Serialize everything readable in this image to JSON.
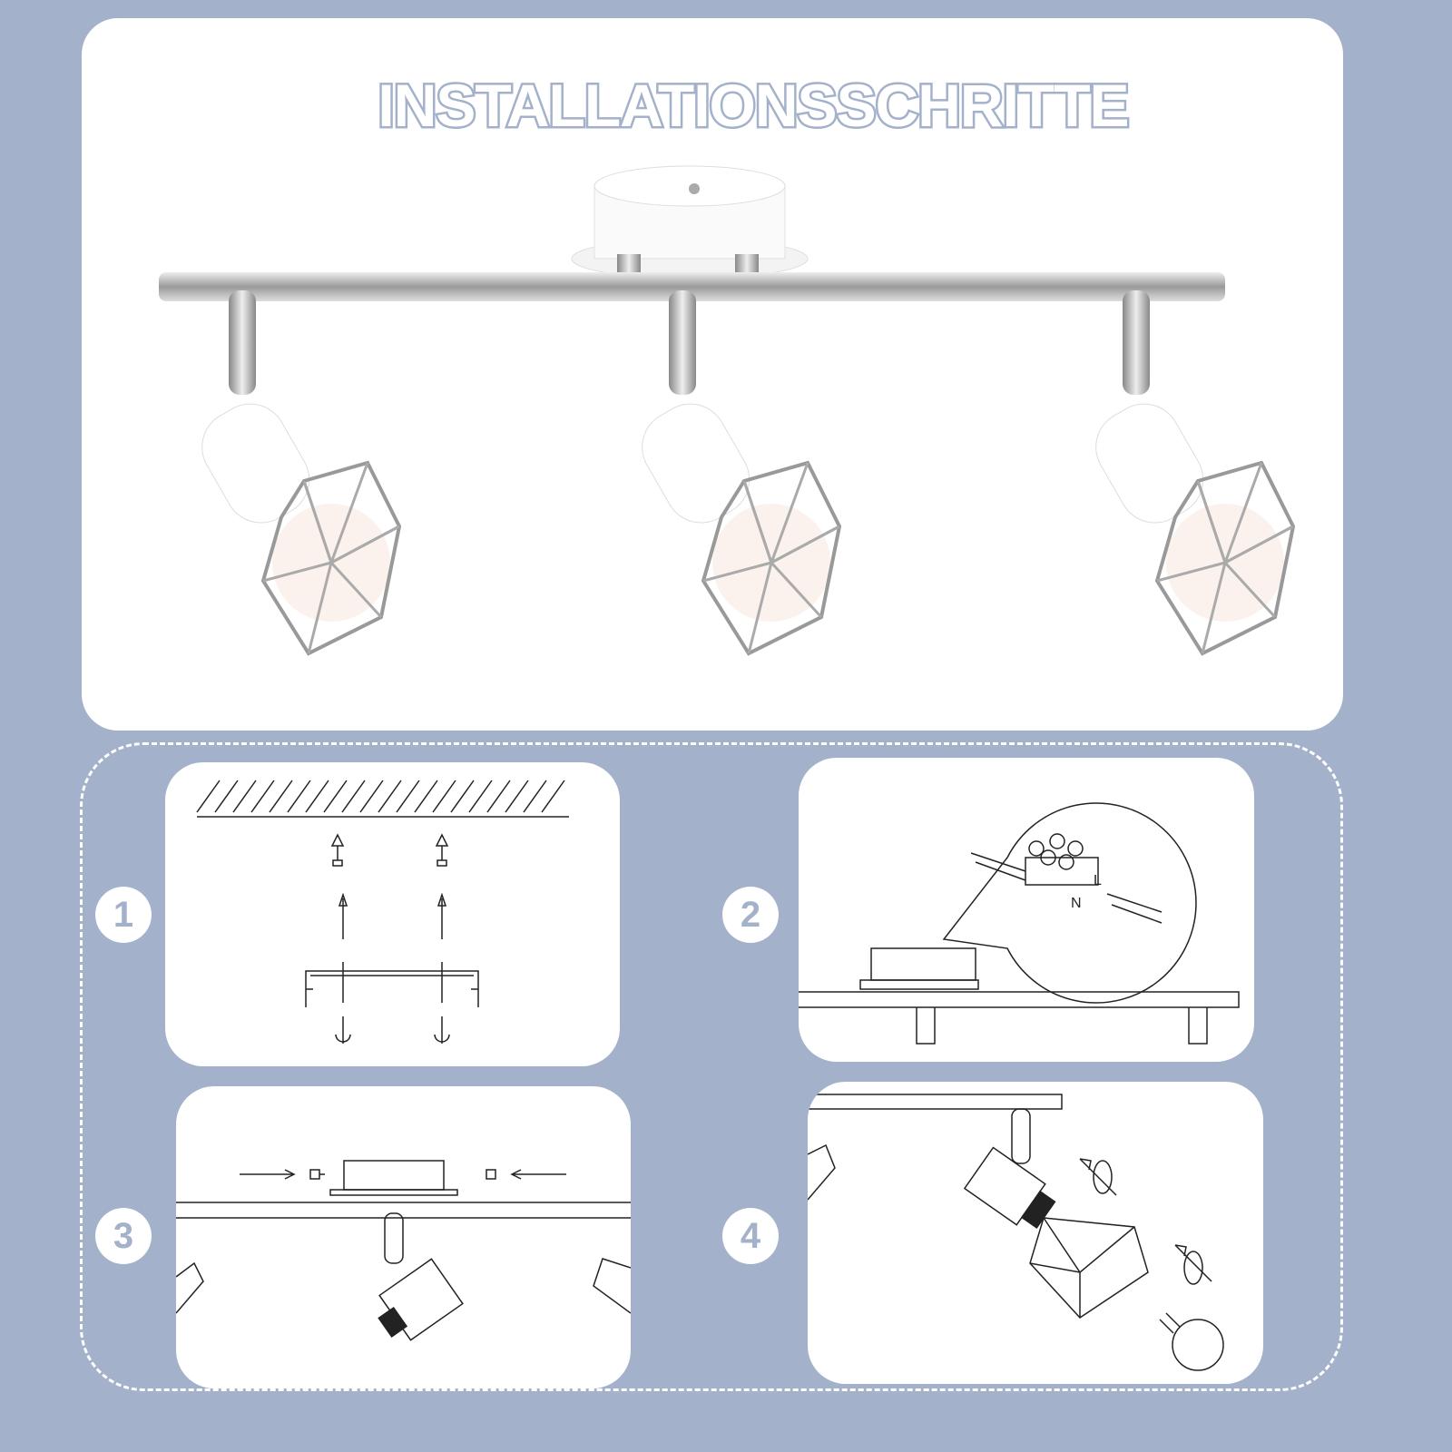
{
  "title": "INSTALLATIONSSCHRITTE",
  "steps": [
    {
      "number": "1"
    },
    {
      "number": "2",
      "labels": {
        "neutral": "N",
        "live": "L"
      }
    },
    {
      "number": "3"
    },
    {
      "number": "4"
    }
  ],
  "colors": {
    "background": "#a3b1ca",
    "card": "#ffffff",
    "line": "#222222"
  }
}
